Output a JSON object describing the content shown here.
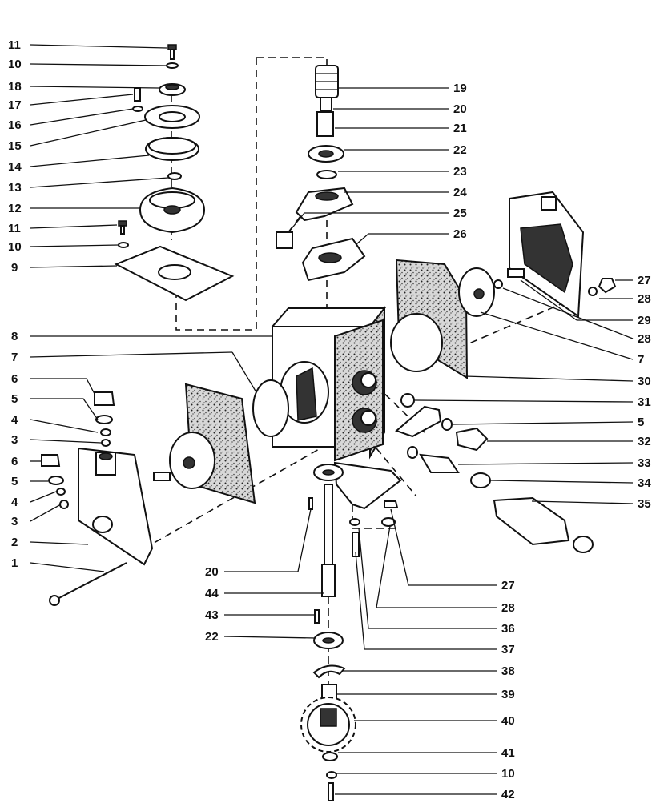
{
  "diagram": {
    "labels_left": [
      "11",
      "10",
      "18",
      "17",
      "16",
      "15",
      "14",
      "13",
      "12",
      "11",
      "10",
      "9",
      "8",
      "7",
      "6",
      "5",
      "4",
      "3",
      "6",
      "5",
      "4",
      "3",
      "2",
      "1"
    ],
    "labels_right": [
      "19",
      "20",
      "21",
      "22",
      "23",
      "24",
      "25",
      "26",
      "27",
      "28",
      "29",
      "28",
      "7",
      "30",
      "31",
      "5",
      "32",
      "33",
      "34",
      "35"
    ],
    "labels_bottom_left": [
      "20",
      "44",
      "43",
      "22"
    ],
    "labels_bottom_right": [
      "27",
      "28",
      "36",
      "37",
      "38",
      "39",
      "40",
      "41",
      "10",
      "42"
    ]
  }
}
